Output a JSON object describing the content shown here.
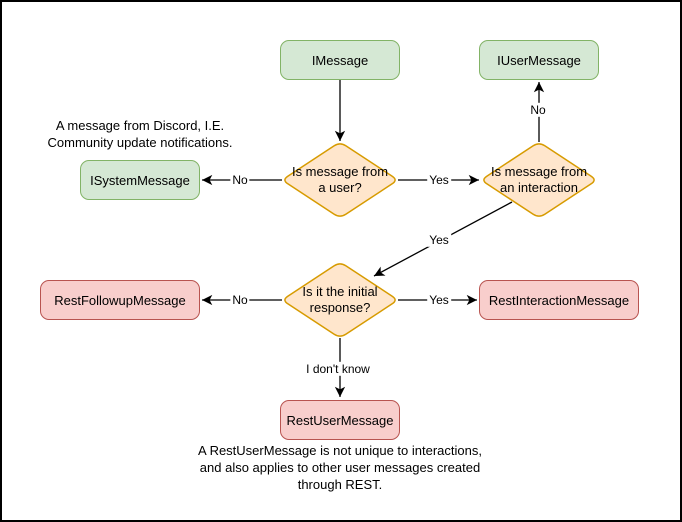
{
  "nodes": {
    "imessage": "IMessage",
    "iusermessage": "IUserMessage",
    "isystemmessage": "ISystemMessage",
    "restfollowupmessage": "RestFollowupMessage",
    "restinteractionmessage": "RestInteractionMessage",
    "restusermessage": "RestUserMessage"
  },
  "decisions": {
    "is_from_user": "Is message from\na user?",
    "is_from_interaction": "Is message from\nan interaction",
    "is_initial_response": "Is it the initial\nresponse?"
  },
  "edge_labels": {
    "user_no": "No",
    "user_yes": "Yes",
    "interaction_no": "No",
    "interaction_yes": "Yes",
    "initial_no": "No",
    "initial_yes": "Yes",
    "initial_unknown": "I don't know"
  },
  "annotations": {
    "system_note": "A message from Discord, I.E.\nCommunity update notifications.",
    "rest_note": "A RestUserMessage is not unique to interactions,\nand also applies to other user messages created\nthrough REST."
  },
  "colors": {
    "interface_fill": "#d5e8d4",
    "interface_stroke": "#82b366",
    "decision_fill": "#ffe6cc",
    "decision_stroke": "#d79b00",
    "rest_fill": "#f8cecc",
    "rest_stroke": "#b85450",
    "edge": "#000000",
    "text": "#000000",
    "background": "#ffffff"
  }
}
